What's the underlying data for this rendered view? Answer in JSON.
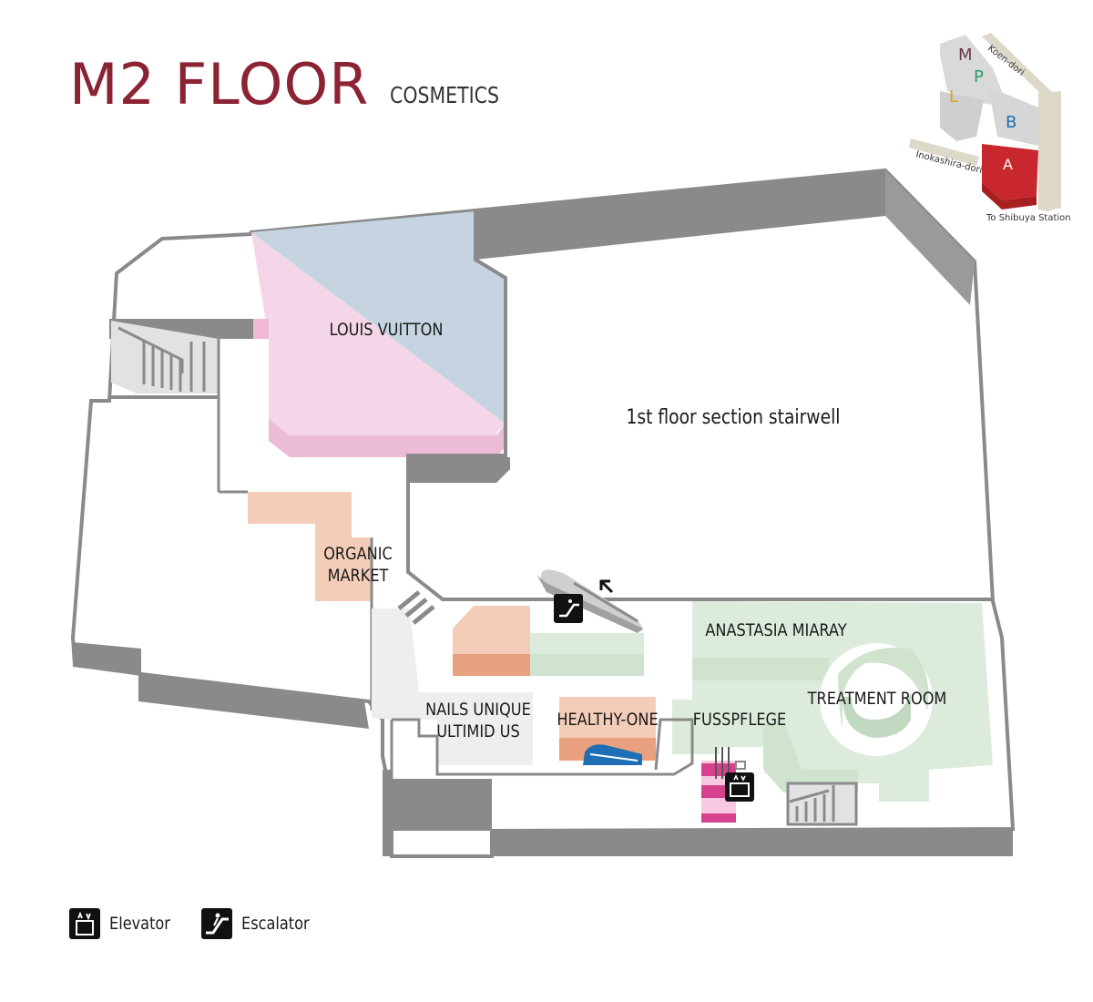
{
  "header": {
    "title": "M2 FLOOR",
    "subtitle": "COSMETICS"
  },
  "areas": {
    "louis_vuitton": "LOUIS VUITTON",
    "stairwell": "1st floor section stairwell",
    "organic_market_1": "ORGANIC",
    "organic_market_2": "MARKET",
    "anastasia": "ANASTASIA MIARAY",
    "treatment": "TREATMENT ROOM",
    "nails_1": "NAILS UNIQUE",
    "nails_2": "ULTIMID US",
    "healthy_one": "HEALTHY-ONE",
    "fusspflege": "FUSSPFLEGE"
  },
  "locator": {
    "koen": "Koen-dori",
    "inokashira": "Inokashira-dori",
    "station": "To Shibuya Station",
    "m": "M",
    "p": "P",
    "l": "L",
    "b": "B",
    "a": "A"
  },
  "legend": {
    "elevator": "Elevator",
    "escalator": "Escalator"
  },
  "colors": {
    "brand": "#8b2332",
    "wall": "#8a8a8a",
    "pink": "#f5d6e8",
    "blue": "#c5d4e0",
    "peach": "#f4cdb8",
    "green": "#dcebdc",
    "orange": "#e9a07f",
    "magenta": "#d6418f",
    "locator_a": "#c8282d",
    "locator_b": "#1e6fb5",
    "locator_p": "#2a9a6a",
    "locator_l": "#e0a020",
    "locator_m": "#6a3a4a"
  }
}
